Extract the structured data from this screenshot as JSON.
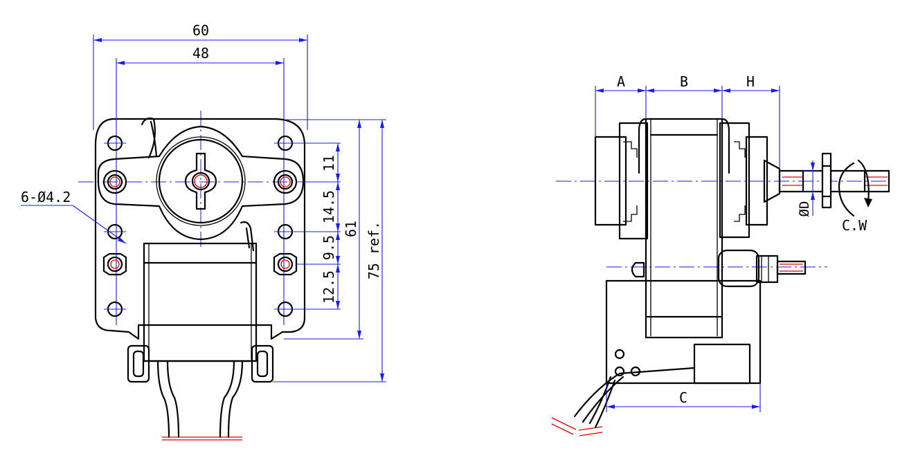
{
  "colors": {
    "outline": "#000000",
    "dimension": "#1a1aff",
    "highlight": "#e00000",
    "background": "#ffffff"
  },
  "front_view": {
    "dim_overall_width": "60",
    "dim_hole_spacing": "48",
    "dim_hole_note": "6-Ø4.2",
    "dim_top_offset": "11",
    "dim_upper_pitch": "14.5",
    "dim_middle_pitch": "9.5",
    "dim_lower_pitch": "12.5",
    "dim_height": "61",
    "dim_overall_height": "75 ref."
  },
  "side_view": {
    "dim_a": "A",
    "dim_b": "B",
    "dim_h": "H",
    "dim_c": "C",
    "dim_shaft_dia": "ØD",
    "rotation_label": "C.W"
  }
}
